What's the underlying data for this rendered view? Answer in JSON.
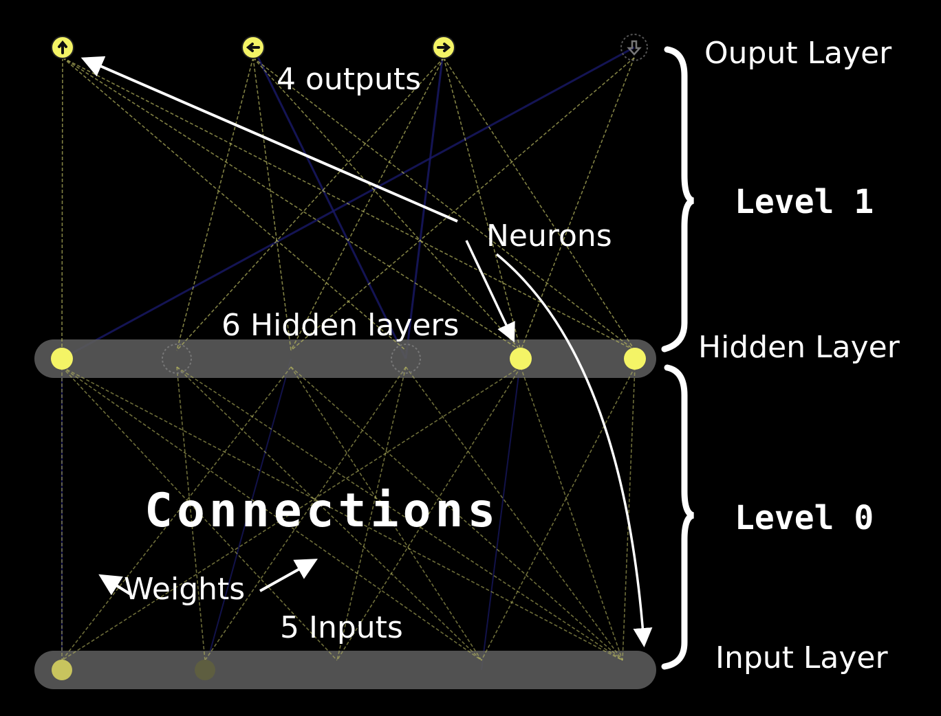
{
  "annotations": {
    "outputs": "4 outputs",
    "neurons": "Neurons",
    "hidden_layers": "6 Hidden layers",
    "connections": "Connections",
    "weights": "Weights",
    "inputs": "5 Inputs"
  },
  "side_labels": {
    "output_layer": "Ouput Layer",
    "level1": "Level 1",
    "hidden_layer": "Hidden Layer",
    "level0": "Level 0",
    "input_layer": "Input Layer"
  },
  "network": {
    "output_icons": [
      "arrow-up-icon",
      "arrow-left-icon",
      "arrow-right-icon",
      "arrow-down-icon"
    ],
    "output_active": [
      true,
      true,
      true,
      false
    ],
    "hidden_active": [
      true,
      false,
      false,
      false,
      true,
      true
    ],
    "input_active": [
      true,
      false,
      false,
      false,
      false
    ]
  },
  "colors": {
    "node_active": "#f4f466",
    "connection": "#b8b860",
    "layer_bar": "#5a5a5a",
    "negative_weight": "#1a1a6a"
  }
}
